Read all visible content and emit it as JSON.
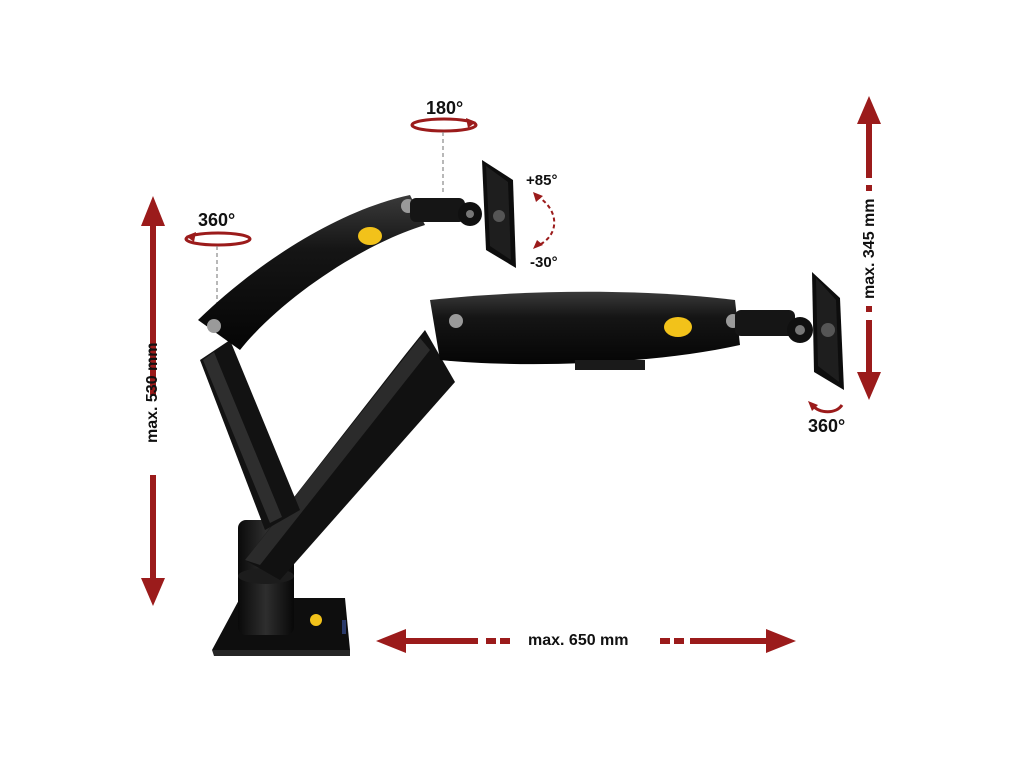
{
  "product": {
    "brand_badge": "NB"
  },
  "annotations": {
    "height_range": "max. 530 mm",
    "arm_height": "max. 345 mm",
    "reach": "max. 650 mm",
    "swivel_upper_arm": "360°",
    "rotation_top": "180°",
    "tilt_up": "+85°",
    "tilt_down": "-30°",
    "rotation_plate": "360°"
  },
  "colors": {
    "arrow": "#9b1b1b",
    "mount": "#141414",
    "mount_highlight": "#3a3a3a",
    "badge": "#f2c21a"
  }
}
